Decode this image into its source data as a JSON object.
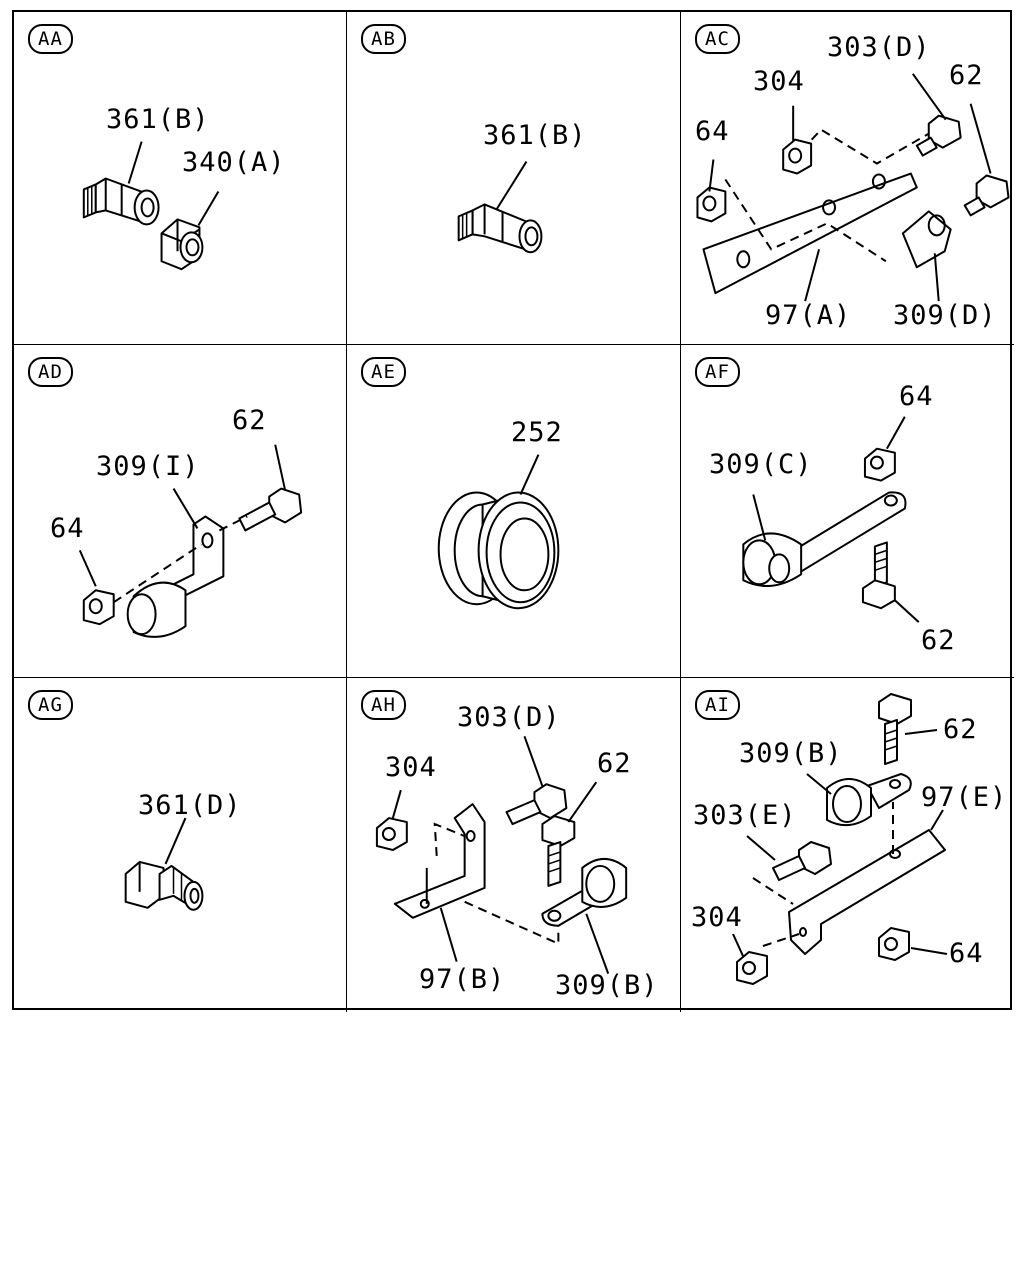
{
  "panels": [
    {
      "tag": "AA",
      "labels": [
        "361(B)",
        "340(A)"
      ]
    },
    {
      "tag": "AB",
      "labels": [
        "361(B)"
      ]
    },
    {
      "tag": "AC",
      "labels": [
        "303(D)",
        "304",
        "62",
        "64",
        "97(A)",
        "309(D)"
      ]
    },
    {
      "tag": "AD",
      "labels": [
        "62",
        "309(I)",
        "64"
      ]
    },
    {
      "tag": "AE",
      "labels": [
        "252"
      ]
    },
    {
      "tag": "AF",
      "labels": [
        "64",
        "309(C)",
        "62"
      ]
    },
    {
      "tag": "AG",
      "labels": [
        "361(D)"
      ]
    },
    {
      "tag": "AH",
      "labels": [
        "303(D)",
        "304",
        "62",
        "97(B)",
        "309(B)"
      ]
    },
    {
      "tag": "AI",
      "labels": [
        "62",
        "309(B)",
        "97(E)",
        "303(E)",
        "304",
        "64"
      ]
    }
  ]
}
